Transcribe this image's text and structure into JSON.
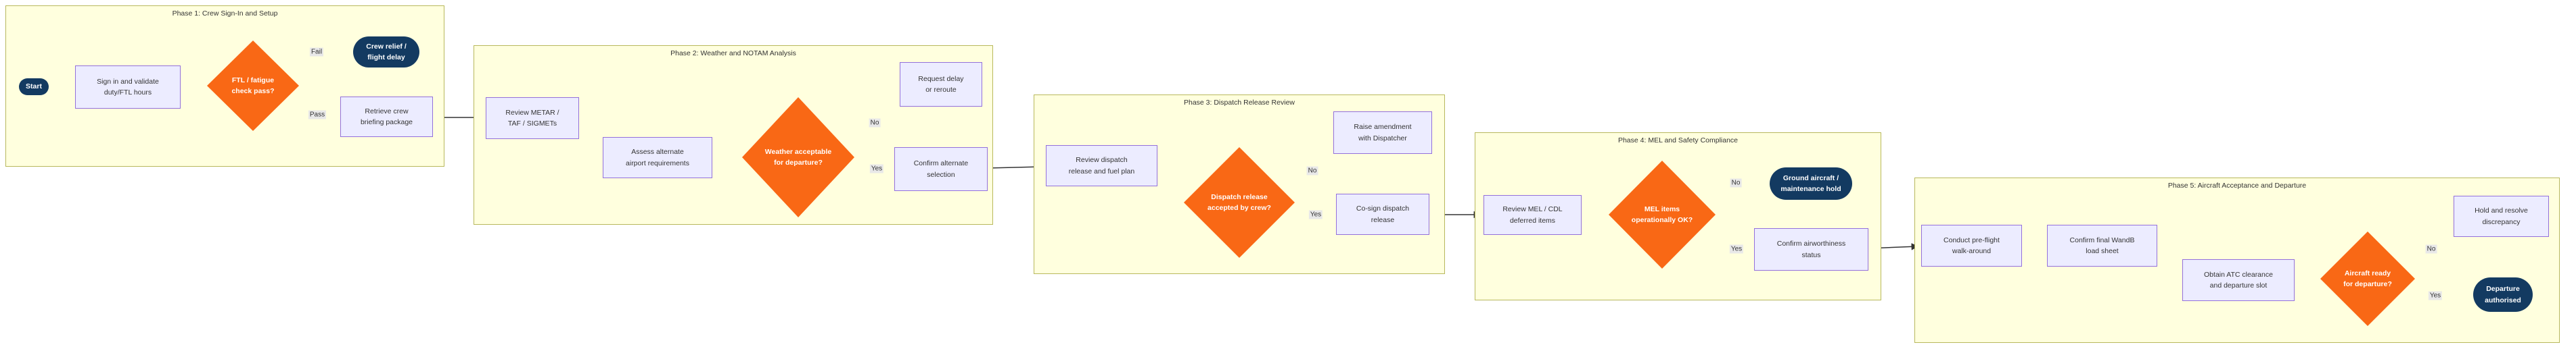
{
  "diagram": {
    "phases": [
      {
        "title": "Phase 1: Crew Sign-In and Setup"
      },
      {
        "title": "Phase 2: Weather and NOTAM Analysis"
      },
      {
        "title": "Phase 3: Dispatch Release Review"
      },
      {
        "title": "Phase 4: MEL and Safety Compliance"
      },
      {
        "title": "Phase 5: Aircraft Acceptance and Departure"
      }
    ],
    "nodes": {
      "start": {
        "label": "Start",
        "type": "terminal"
      },
      "sign_in": {
        "label": "Sign in and validate\nduty/FTL hours",
        "type": "process"
      },
      "ftl_check": {
        "label": "FTL / fatigue\ncheck pass?",
        "type": "decision"
      },
      "crew_relief": {
        "label": "Crew relief /\nflight delay",
        "type": "terminal"
      },
      "retrieve_briefing": {
        "label": "Retrieve crew\nbriefing package",
        "type": "process"
      },
      "review_metar": {
        "label": "Review METAR /\nTAF / SIGMETs",
        "type": "process"
      },
      "assess_alternate": {
        "label": "Assess alternate\nairport requirements",
        "type": "process"
      },
      "weather_ok": {
        "label": "Weather acceptable\nfor departure?",
        "type": "decision"
      },
      "request_delay": {
        "label": "Request delay\nor reroute",
        "type": "process"
      },
      "confirm_alternate": {
        "label": "Confirm alternate\nselection",
        "type": "process"
      },
      "review_dispatch": {
        "label": "Review dispatch\nrelease and fuel plan",
        "type": "process"
      },
      "dispatch_accepted": {
        "label": "Dispatch release\naccepted by crew?",
        "type": "decision"
      },
      "raise_amendment": {
        "label": "Raise amendment\nwith Dispatcher",
        "type": "process"
      },
      "cosign_release": {
        "label": "Co-sign dispatch\nrelease",
        "type": "process"
      },
      "review_mel": {
        "label": "Review MEL / CDL\ndeferred items",
        "type": "process"
      },
      "mel_ok": {
        "label": "MEL items\noperationally OK?",
        "type": "decision"
      },
      "ground_aircraft": {
        "label": "Ground aircraft /\nmaintenance hold",
        "type": "terminal"
      },
      "confirm_airworthiness": {
        "label": "Confirm airworthiness\nstatus",
        "type": "process"
      },
      "conduct_walkaround": {
        "label": "Conduct pre-flight\nwalk-around",
        "type": "process"
      },
      "confirm_wandb": {
        "label": "Confirm final WandB\nload sheet",
        "type": "process"
      },
      "obtain_atc": {
        "label": "Obtain ATC clearance\nand departure slot",
        "type": "process"
      },
      "aircraft_ready": {
        "label": "Aircraft ready\nfor departure?",
        "type": "decision"
      },
      "hold_resolve": {
        "label": "Hold and resolve\ndiscrepancy",
        "type": "process"
      },
      "departure_authorised": {
        "label": "Departure\nauthorised",
        "type": "terminal"
      }
    },
    "edge_labels": {
      "p1_fail": "Fail",
      "p1_pass": "Pass",
      "p2_no": "No",
      "p2_yes": "Yes",
      "p3_no": "No",
      "p3_yes": "Yes",
      "p4_no": "No",
      "p4_yes": "Yes",
      "p5_no": "No",
      "p5_yes": "Yes"
    },
    "colors": {
      "phase_fill": "#FFFFDE",
      "phase_border": "#B8B85C",
      "process_fill": "#ECECFF",
      "process_border": "#9370DB",
      "decision_fill": "#F96815",
      "terminal_fill": "#133A61",
      "edge": "#333333",
      "edge_label_bg": "#E8E8E8",
      "text": "#333333"
    }
  }
}
